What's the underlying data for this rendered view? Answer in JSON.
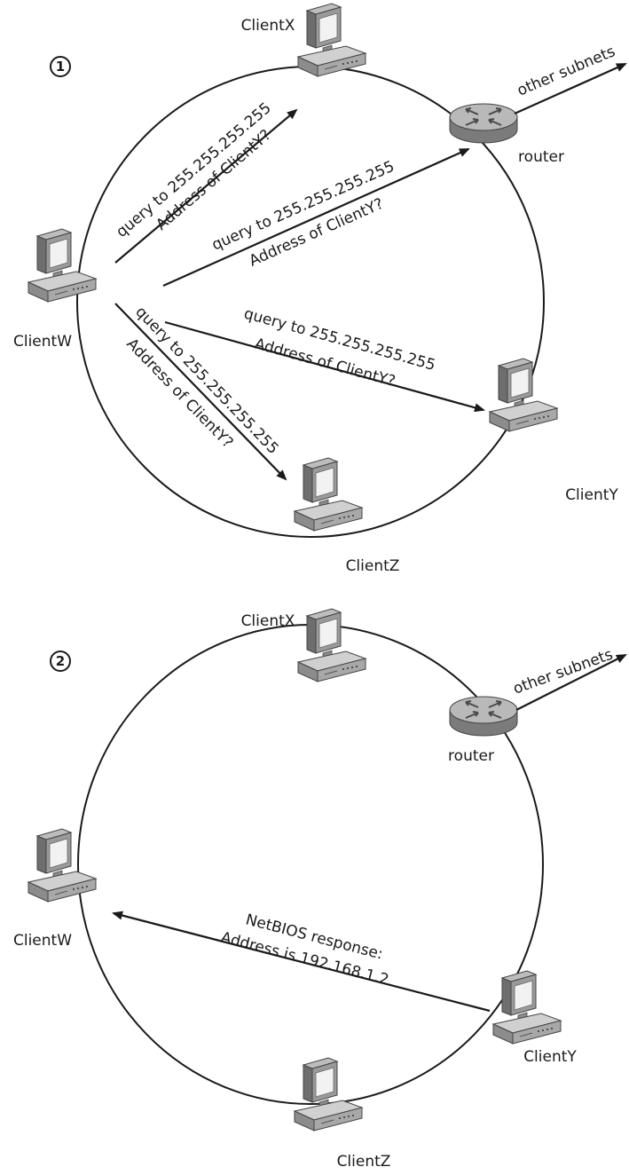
{
  "panel1": {
    "step": "1",
    "hosts": {
      "x": "ClientX",
      "w": "ClientW",
      "y": "ClientY",
      "z": "ClientZ"
    },
    "router": "router",
    "other_subnets": "other subnets",
    "queries": {
      "to_x": {
        "line1": "query to 255.255.255.255",
        "line2": "Address of ClientY?"
      },
      "to_router": {
        "line1": "query to 255.255.255.255",
        "line2": "Address of ClientY?"
      },
      "to_y": {
        "line1": "query to 255.255.255.255",
        "line2": "Address of ClientY?"
      },
      "to_z": {
        "line1": "query to 255.255.255.255",
        "line2": "Address of ClientY?"
      }
    }
  },
  "panel2": {
    "step": "2",
    "hosts": {
      "x": "ClientX",
      "w": "ClientW",
      "y": "ClientY",
      "z": "ClientZ"
    },
    "router": "router",
    "other_subnets": "other subnets",
    "response": {
      "line1": "NetBIOS response:",
      "line2": "Address is 192.168.1.2"
    }
  }
}
